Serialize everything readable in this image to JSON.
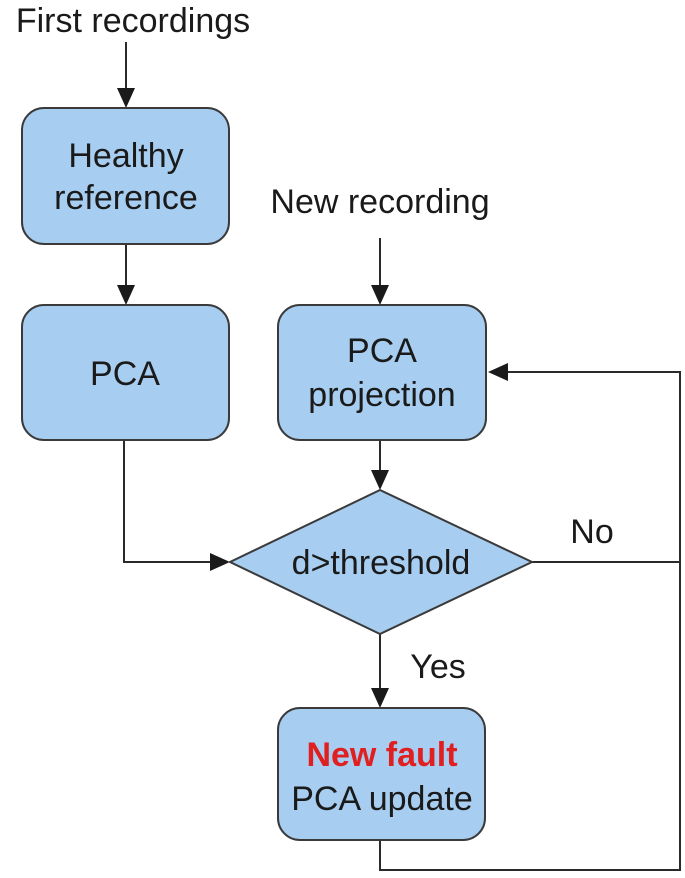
{
  "colors": {
    "node_fill": "#a7cdf0",
    "node_stroke": "#3a3a3a",
    "edge": "#2a2a2a",
    "text": "#1a1a1a",
    "fault_text": "#e02020"
  },
  "labels": {
    "first_recordings": "First recordings",
    "new_recording": "New recording",
    "edge_no": "No",
    "edge_yes": "Yes"
  },
  "nodes": {
    "healthy_reference": {
      "line1": "Healthy",
      "line2": "reference"
    },
    "pca": {
      "line1": "PCA"
    },
    "pca_projection": {
      "line1": "PCA",
      "line2": "projection"
    },
    "decision": {
      "line1": "d>threshold"
    },
    "fault_update": {
      "line1": "New fault",
      "line2": "PCA update"
    }
  }
}
